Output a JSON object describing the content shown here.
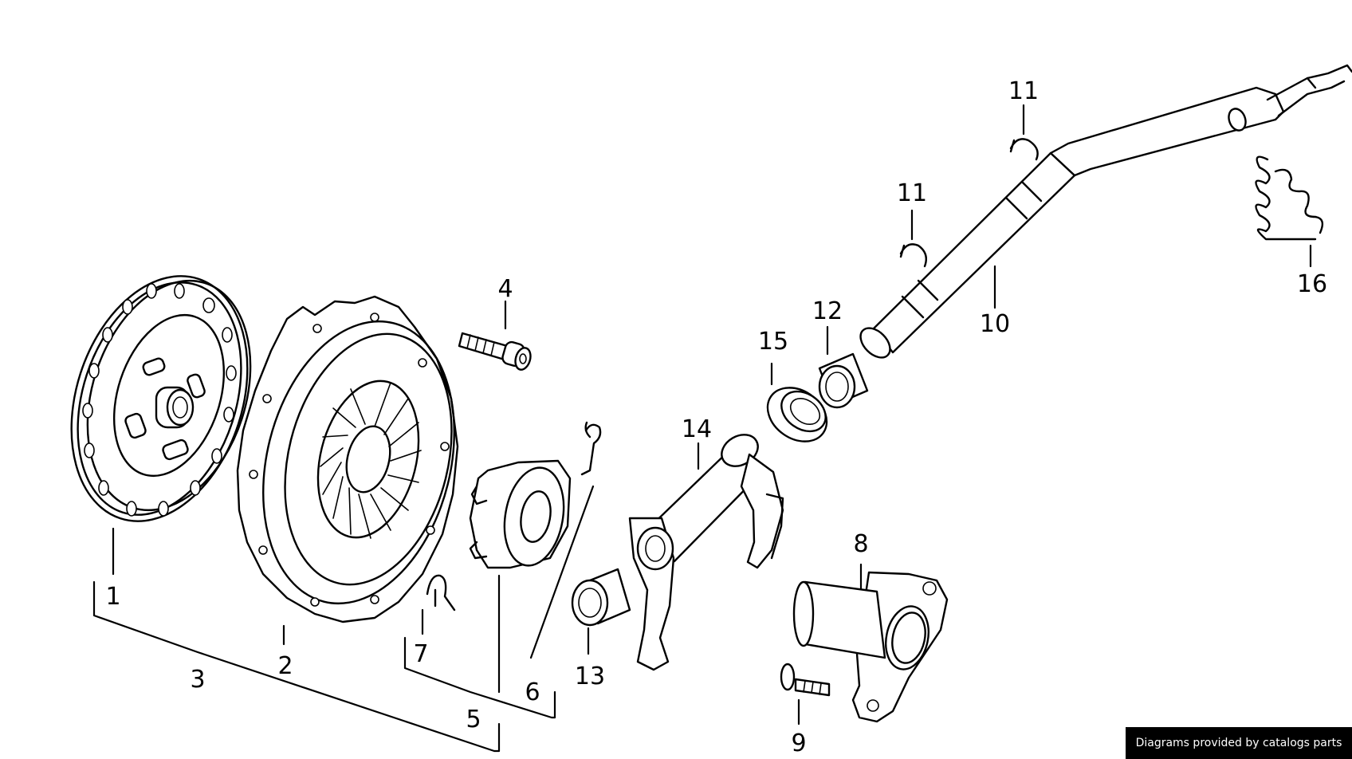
{
  "callouts": {
    "c1": "1",
    "c2": "2",
    "c3": "3",
    "c4": "4",
    "c5": "5",
    "c6": "6",
    "c7": "7",
    "c8": "8",
    "c9": "9",
    "c10": "10",
    "c11a": "11",
    "c11b": "11",
    "c12": "12",
    "c13": "13",
    "c14": "14",
    "c15": "15",
    "c16": "16"
  },
  "credit": "Diagrams provided by catalogs parts"
}
